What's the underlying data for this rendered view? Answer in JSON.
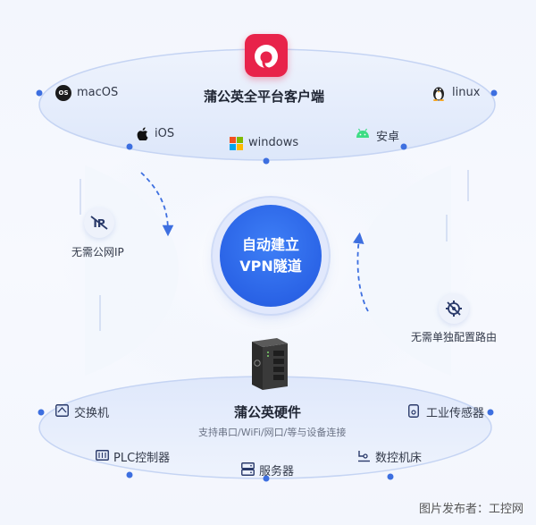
{
  "top": {
    "title": "蒲公英全平台客户端",
    "platforms": {
      "macos": "macOS",
      "linux": "linux",
      "ios": "iOS",
      "windows": "windows",
      "android": "安卓"
    },
    "macos_badge": "OS"
  },
  "center": {
    "line1": "自动建立",
    "line2": "VPN隧道"
  },
  "left_feature": {
    "label": "无需公网IP",
    "icon_text": "IP"
  },
  "right_feature": {
    "label": "无需单独配置路由"
  },
  "bottom": {
    "title": "蒲公英硬件",
    "subtitle": "支持串口/WiFi/网口/等与设备连接",
    "devices": {
      "switch": "交换机",
      "sensor": "工业传感器",
      "plc": "PLC控制器",
      "cnc": "数控机床",
      "server": "服务器"
    }
  },
  "watermark": "图片发布者：工控网",
  "colors": {
    "brand": "#e8234a",
    "accent": "#2a63e6",
    "dot": "#3d6fe0"
  }
}
